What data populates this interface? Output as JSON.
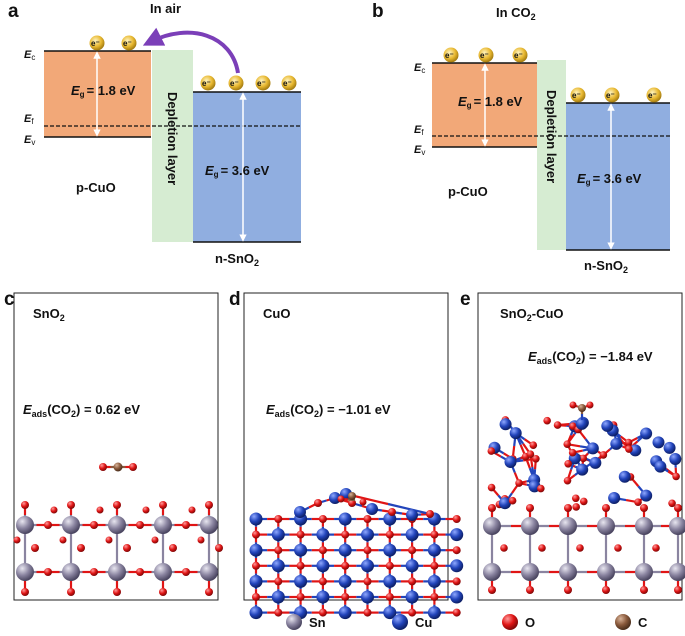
{
  "panel_a": {
    "letter": "a",
    "title": "In air",
    "ec": "E",
    "ec_sub": "c",
    "ef": "E",
    "ef_sub": "f",
    "ev": "E",
    "ev_sub": "v",
    "cuo_gap_label": "= 1.8 eV",
    "sno2_gap_label": "= 3.6 eV",
    "eg": "E",
    "eg_sub": "g",
    "pcuo": "p-CuO",
    "depletion": "Depletion layer",
    "nsno2": "n-SnO",
    "nsno2_sub": "2",
    "electron": "e⁻"
  },
  "panel_b": {
    "letter": "b",
    "title": "In CO",
    "title_sub": "2",
    "ec": "E",
    "ec_sub": "c",
    "ef": "E",
    "ef_sub": "f",
    "ev": "E",
    "ev_sub": "v",
    "cuo_gap_label": "= 1.8 eV",
    "sno2_gap_label": "= 3.6 eV",
    "eg": "E",
    "eg_sub": "g",
    "pcuo": "p-CuO",
    "depletion": "Depletion layer",
    "nsno2": "n-SnO",
    "nsno2_sub": "2",
    "electron": "e⁻"
  },
  "panel_c": {
    "letter": "c",
    "name": "SnO",
    "name_sub": "2",
    "eads": "E",
    "eads_sub": "ads",
    "eads_mid": "(CO",
    "eads_mid_sub": "2",
    "eads_value": ") = 0.62 eV"
  },
  "panel_d": {
    "letter": "d",
    "name": "CuO",
    "eads": "E",
    "eads_sub": "ads",
    "eads_mid": "(CO",
    "eads_mid_sub": "2",
    "eads_value": ") = −1.01 eV"
  },
  "panel_e": {
    "letter": "e",
    "name": "SnO",
    "name_sub": "2",
    "name_rest": "-CuO",
    "eads": "E",
    "eads_sub": "ads",
    "eads_mid": "(CO",
    "eads_mid_sub": "2",
    "eads_value": ") = −1.84 eV"
  },
  "legend": [
    {
      "label": "Sn",
      "color": "#8a84a0"
    },
    {
      "label": "Cu",
      "color": "#2244bb"
    },
    {
      "label": "O",
      "color": "#e01515"
    },
    {
      "label": "C",
      "color": "#8a5a3c"
    }
  ],
  "colors": {
    "cuo_band": "#f2a878",
    "sno2_band": "#90aee0",
    "depletion": "#d6ecd2",
    "arrow": "#7b3fb8",
    "electron": "#e8b830"
  }
}
